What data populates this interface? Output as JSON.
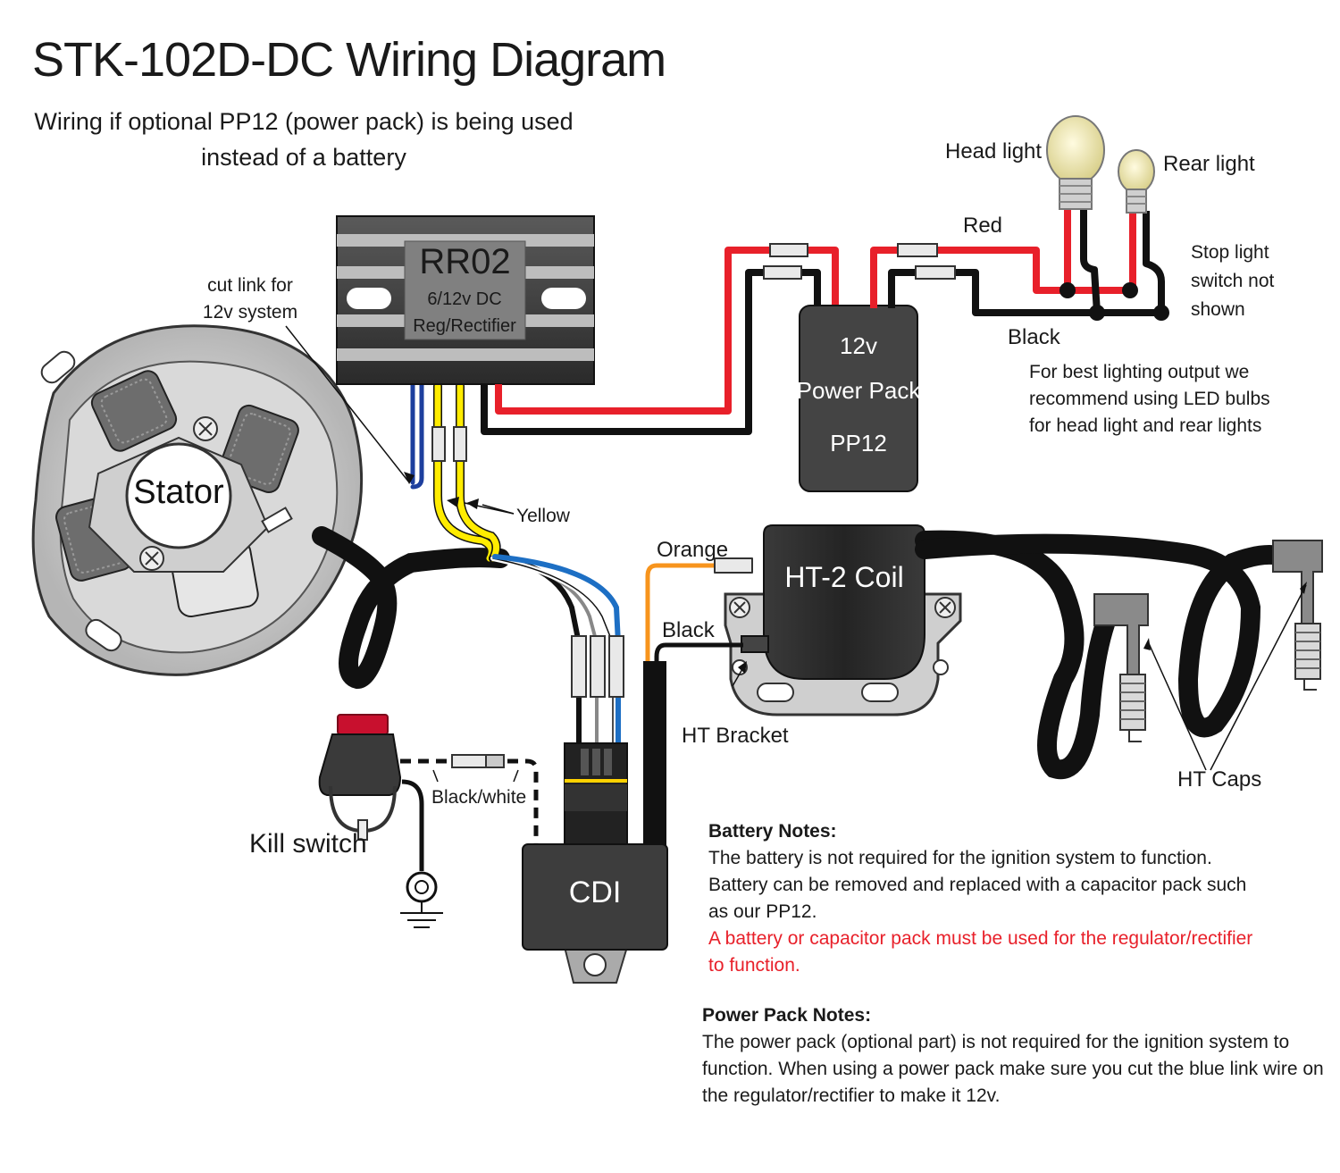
{
  "title": "STK-102D-DC Wiring Diagram",
  "subtitle_line1": "Wiring if optional PP12 (power pack) is being used",
  "subtitle_line2": "instead of a battery",
  "components": {
    "rr02_name": "RR02",
    "rr02_line1": "6/12v DC",
    "rr02_line2": "Reg/Rectifier",
    "powerpack_line1": "12v",
    "powerpack_line2": "Power Pack",
    "powerpack_line3": "PP12",
    "stator": "Stator",
    "coil": "HT-2 Coil",
    "cdi": "CDI"
  },
  "labels": {
    "cut_link_line1": "cut link for",
    "cut_link_line2": "12v system",
    "yellow": "Yellow",
    "orange": "Orange",
    "black_coil": "Black",
    "ht_bracket": "HT Bracket",
    "ht_caps": "HT Caps",
    "black_white": "Black/white",
    "kill_switch": "Kill switch",
    "head_light": "Head light",
    "rear_light": "Rear light",
    "red": "Red",
    "black": "Black",
    "stop_line1": "Stop light",
    "stop_line2": "switch not",
    "stop_line3": "shown",
    "led_line1": "For best lighting output we",
    "led_line2": "recommend using LED bulbs",
    "led_line3": "for head light and rear lights"
  },
  "battery_notes": {
    "heading": "Battery Notes:",
    "line1": "The battery is not required for the ignition system to function.",
    "line2": "Battery can be removed and replaced with a capacitor pack such",
    "line3": "as our PP12.",
    "warn1": "A battery or capacitor pack must be used for the regulator/rectifier",
    "warn2": "to function."
  },
  "power_pack_notes": {
    "heading": "Power Pack Notes:",
    "line1": "The power pack (optional part) is not required for the ignition system to",
    "line2": "function. When using a power pack make sure you cut the blue link wire on",
    "line3": "the regulator/rectifier to make it 12v."
  },
  "colors": {
    "red_wire": "#e8202a",
    "black_wire": "#111111",
    "yellow_wire": "#ffec00",
    "blue_wire": "#1d6fc4",
    "orange_wire": "#f7941d",
    "warning_text": "#e8202a"
  }
}
